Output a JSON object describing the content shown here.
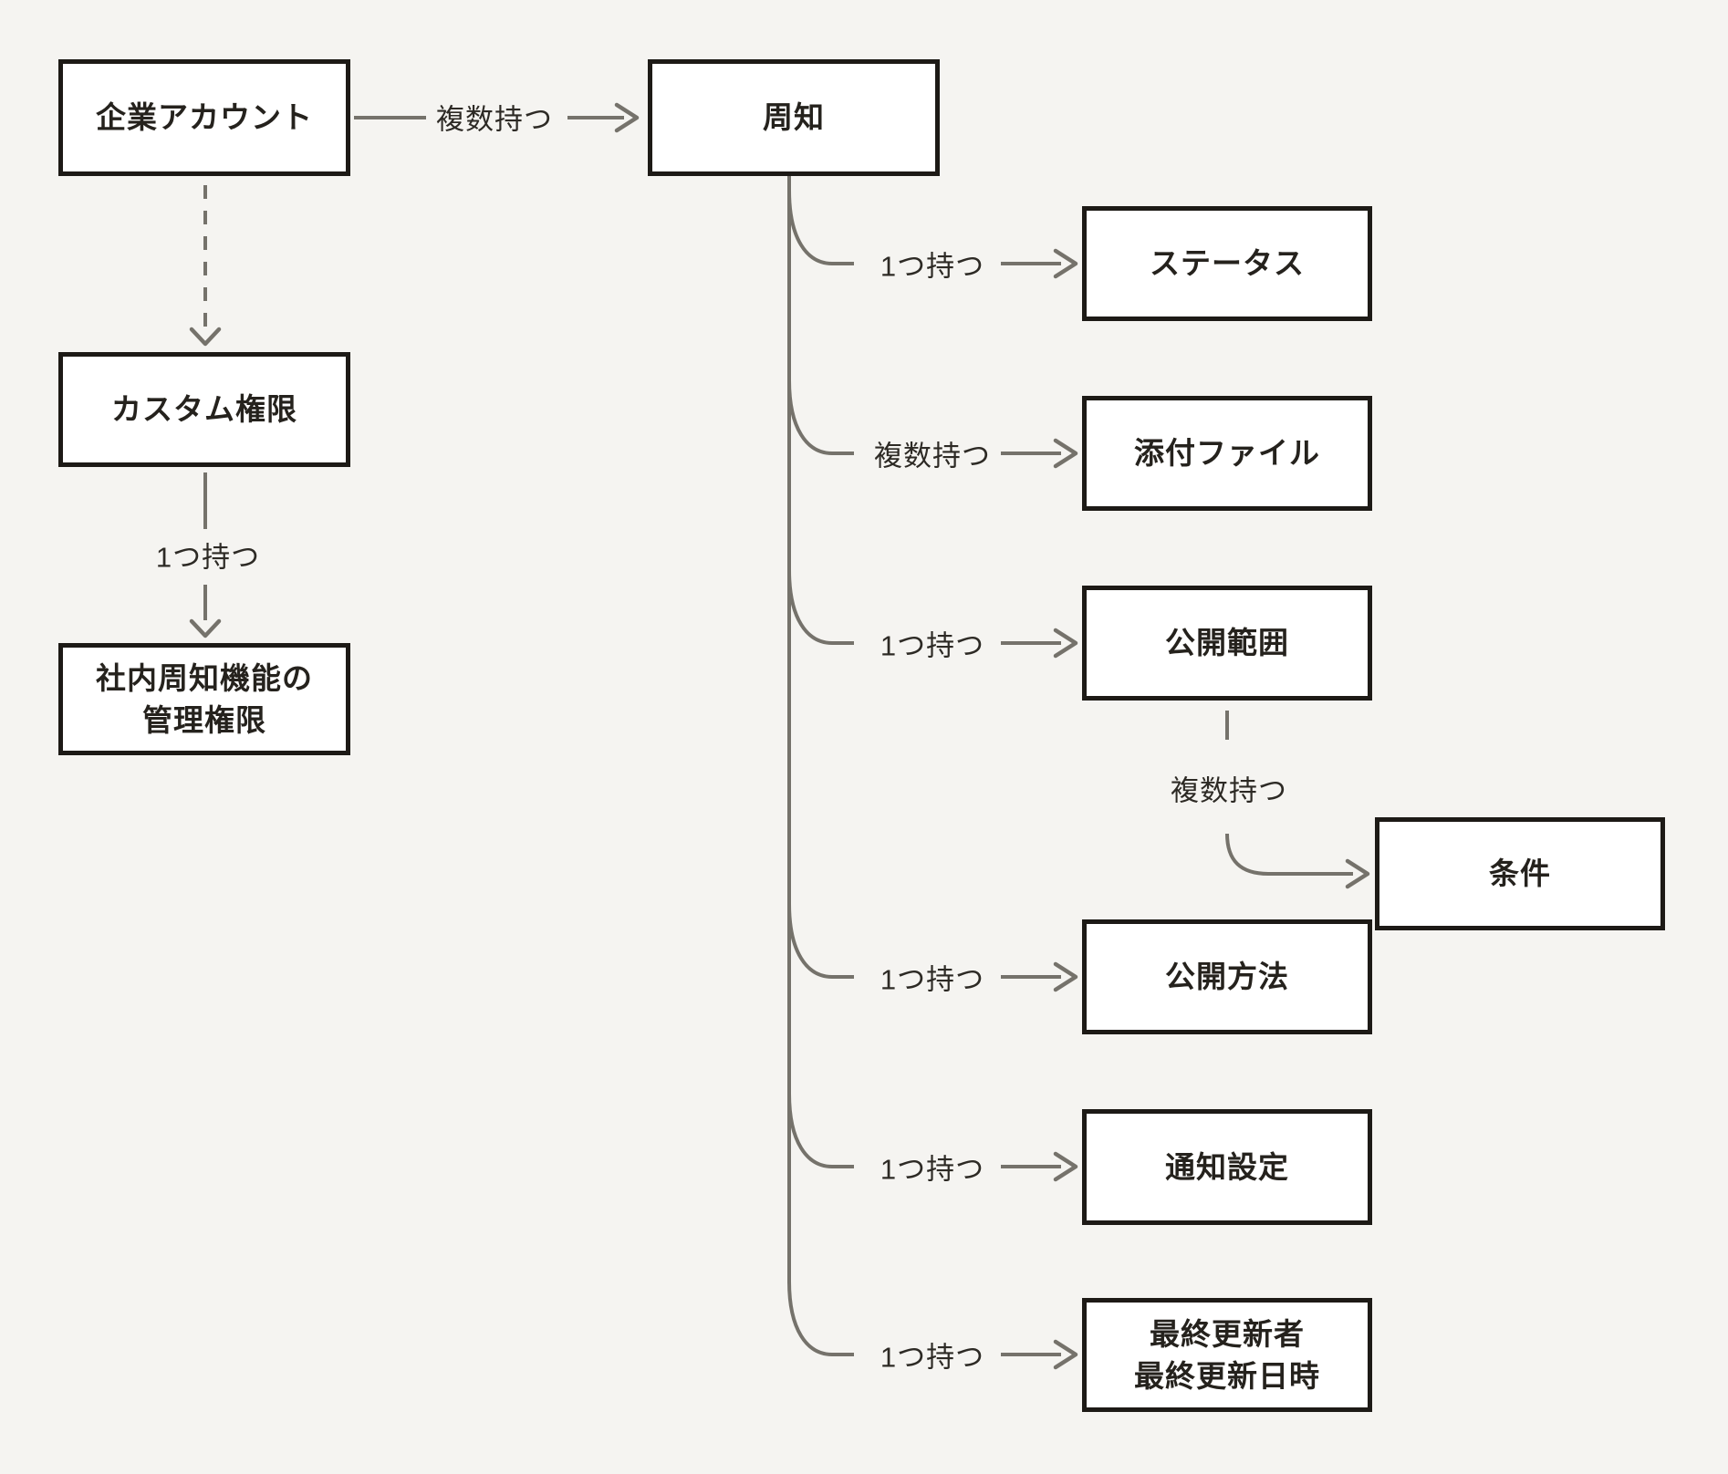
{
  "diagram": {
    "nodes": {
      "company_account": {
        "label": "企業アカウント"
      },
      "announcement": {
        "label": "周知"
      },
      "custom_permission": {
        "label": "カスタム権限"
      },
      "internal_admin_permission": {
        "label": "社内周知機能の\n管理権限"
      },
      "status": {
        "label": "ステータス"
      },
      "attachments": {
        "label": "添付ファイル"
      },
      "publish_scope": {
        "label": "公開範囲"
      },
      "condition": {
        "label": "条件"
      },
      "publish_method": {
        "label": "公開方法"
      },
      "notification_settings": {
        "label": "通知設定"
      },
      "last_updated": {
        "label": "最終更新者\n最終更新日時"
      }
    },
    "edges": {
      "account_to_announcement": {
        "label": "複数持つ"
      },
      "custom_to_admin_permission": {
        "label": "1つ持つ"
      },
      "announcement_to_status": {
        "label": "1つ持つ"
      },
      "announcement_to_attachments": {
        "label": "複数持つ"
      },
      "announcement_to_scope": {
        "label": "1つ持つ"
      },
      "scope_to_condition": {
        "label": "複数持つ"
      },
      "announcement_to_method": {
        "label": "1つ持つ"
      },
      "announcement_to_notification": {
        "label": "1つ持つ"
      },
      "announcement_to_last_updated": {
        "label": "1つ持つ"
      }
    },
    "colors": {
      "background": "#f5f4f1",
      "box_fill": "#ffffff",
      "box_border": "#1d1a16",
      "connector": "#75726b",
      "edge_label_text": "#2d2a25",
      "node_text": "#25221d"
    }
  }
}
